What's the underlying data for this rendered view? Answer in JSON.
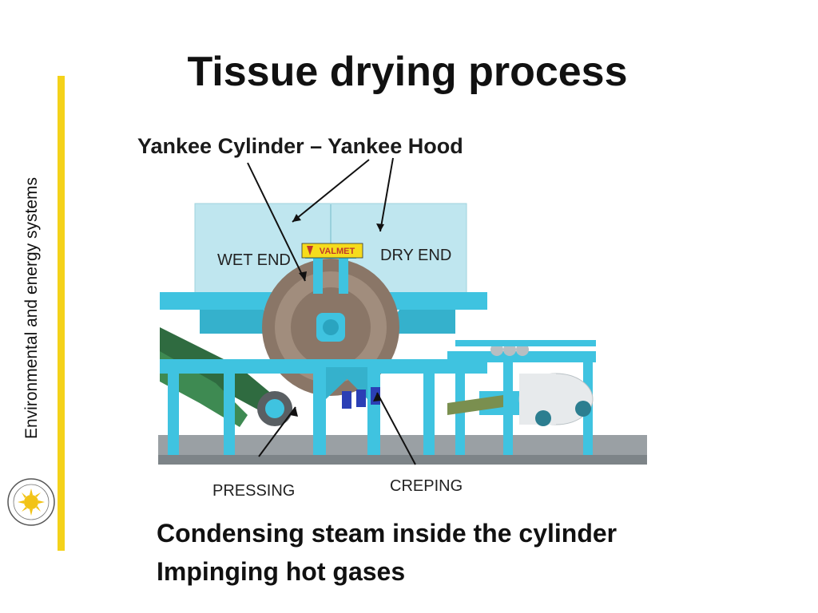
{
  "slide": {
    "title": "Tissue drying process",
    "side_label": "Environmental and energy systems",
    "accent_color": "#f4d21a"
  },
  "diagram": {
    "heading": "Yankee Cylinder – Yankee Hood",
    "labels": {
      "wet_end": "WET END",
      "dry_end": "DRY END",
      "brand": "VALMET",
      "pressing": "PRESSING",
      "creping": "CREPING"
    },
    "colors": {
      "hood": "#bfe6ef",
      "frame": "#3fc3e0",
      "cylinder": "#8a7667"
    }
  },
  "captions": [
    "Condensing steam inside the cylinder",
    "Impinging hot gases"
  ]
}
